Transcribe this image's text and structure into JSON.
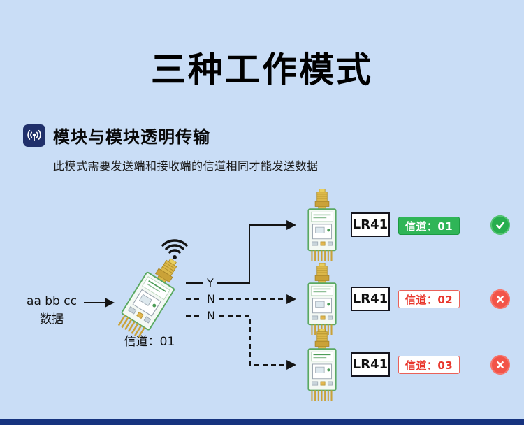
{
  "title": "三种工作模式",
  "section": {
    "heading": "模块与模块透明传输",
    "subtitle": "此模式需要发送端和接收端的信道相同才能发送数据"
  },
  "transmitter": {
    "data_line1": "aa bb cc",
    "data_line2": "数据",
    "channel": "信道：01"
  },
  "branches": [
    {
      "decision": "Y",
      "module": "LR41",
      "channel": "信道：01",
      "status": "pass"
    },
    {
      "decision": "N",
      "module": "LR41",
      "channel": "信道：02",
      "status": "fail"
    },
    {
      "decision": "N",
      "module": "LR41",
      "channel": "信道：03",
      "status": "fail"
    }
  ],
  "icons": {
    "header": "broadcast-icon",
    "pass": "check-icon",
    "fail": "cross-icon"
  },
  "colors": {
    "background": "#c9ddf6",
    "pass_green": "#27ae4e",
    "fail_red": "#f25449",
    "badge_green": "#2fb557",
    "badge_red_text": "#e8352b",
    "footer_blue": "#16337f",
    "icon_box_navy": "#20306b"
  }
}
